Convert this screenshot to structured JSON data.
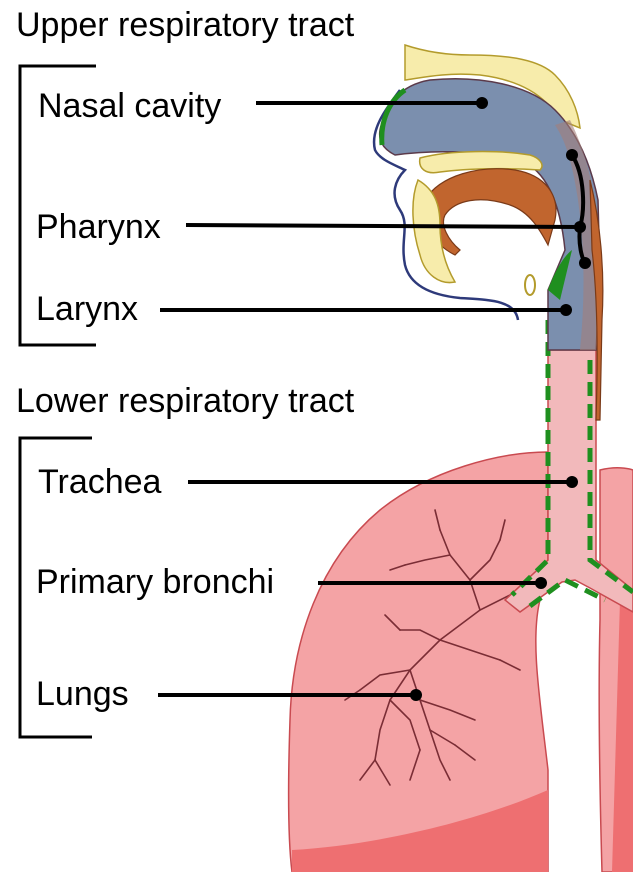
{
  "sections": {
    "upper": {
      "title": "Upper respiratory tract"
    },
    "lower": {
      "title": "Lower respiratory tract"
    }
  },
  "labels": {
    "nasal_cavity": "Nasal cavity",
    "pharynx": "Pharynx",
    "larynx": "Larynx",
    "trachea": "Trachea",
    "primary_bronchi": "Primary bronchi",
    "lungs": "Lungs"
  },
  "colors": {
    "airway_upper": "#7b8fae",
    "airway_lower": "#f2b9bb",
    "lung_fill": "#f4a3a5",
    "lung_shadow": "#e86a6c",
    "bone": "#f7ecab",
    "muscle": "#c1652e",
    "mucosa": "#1f8f1f",
    "outline": "#2e3a7a"
  }
}
